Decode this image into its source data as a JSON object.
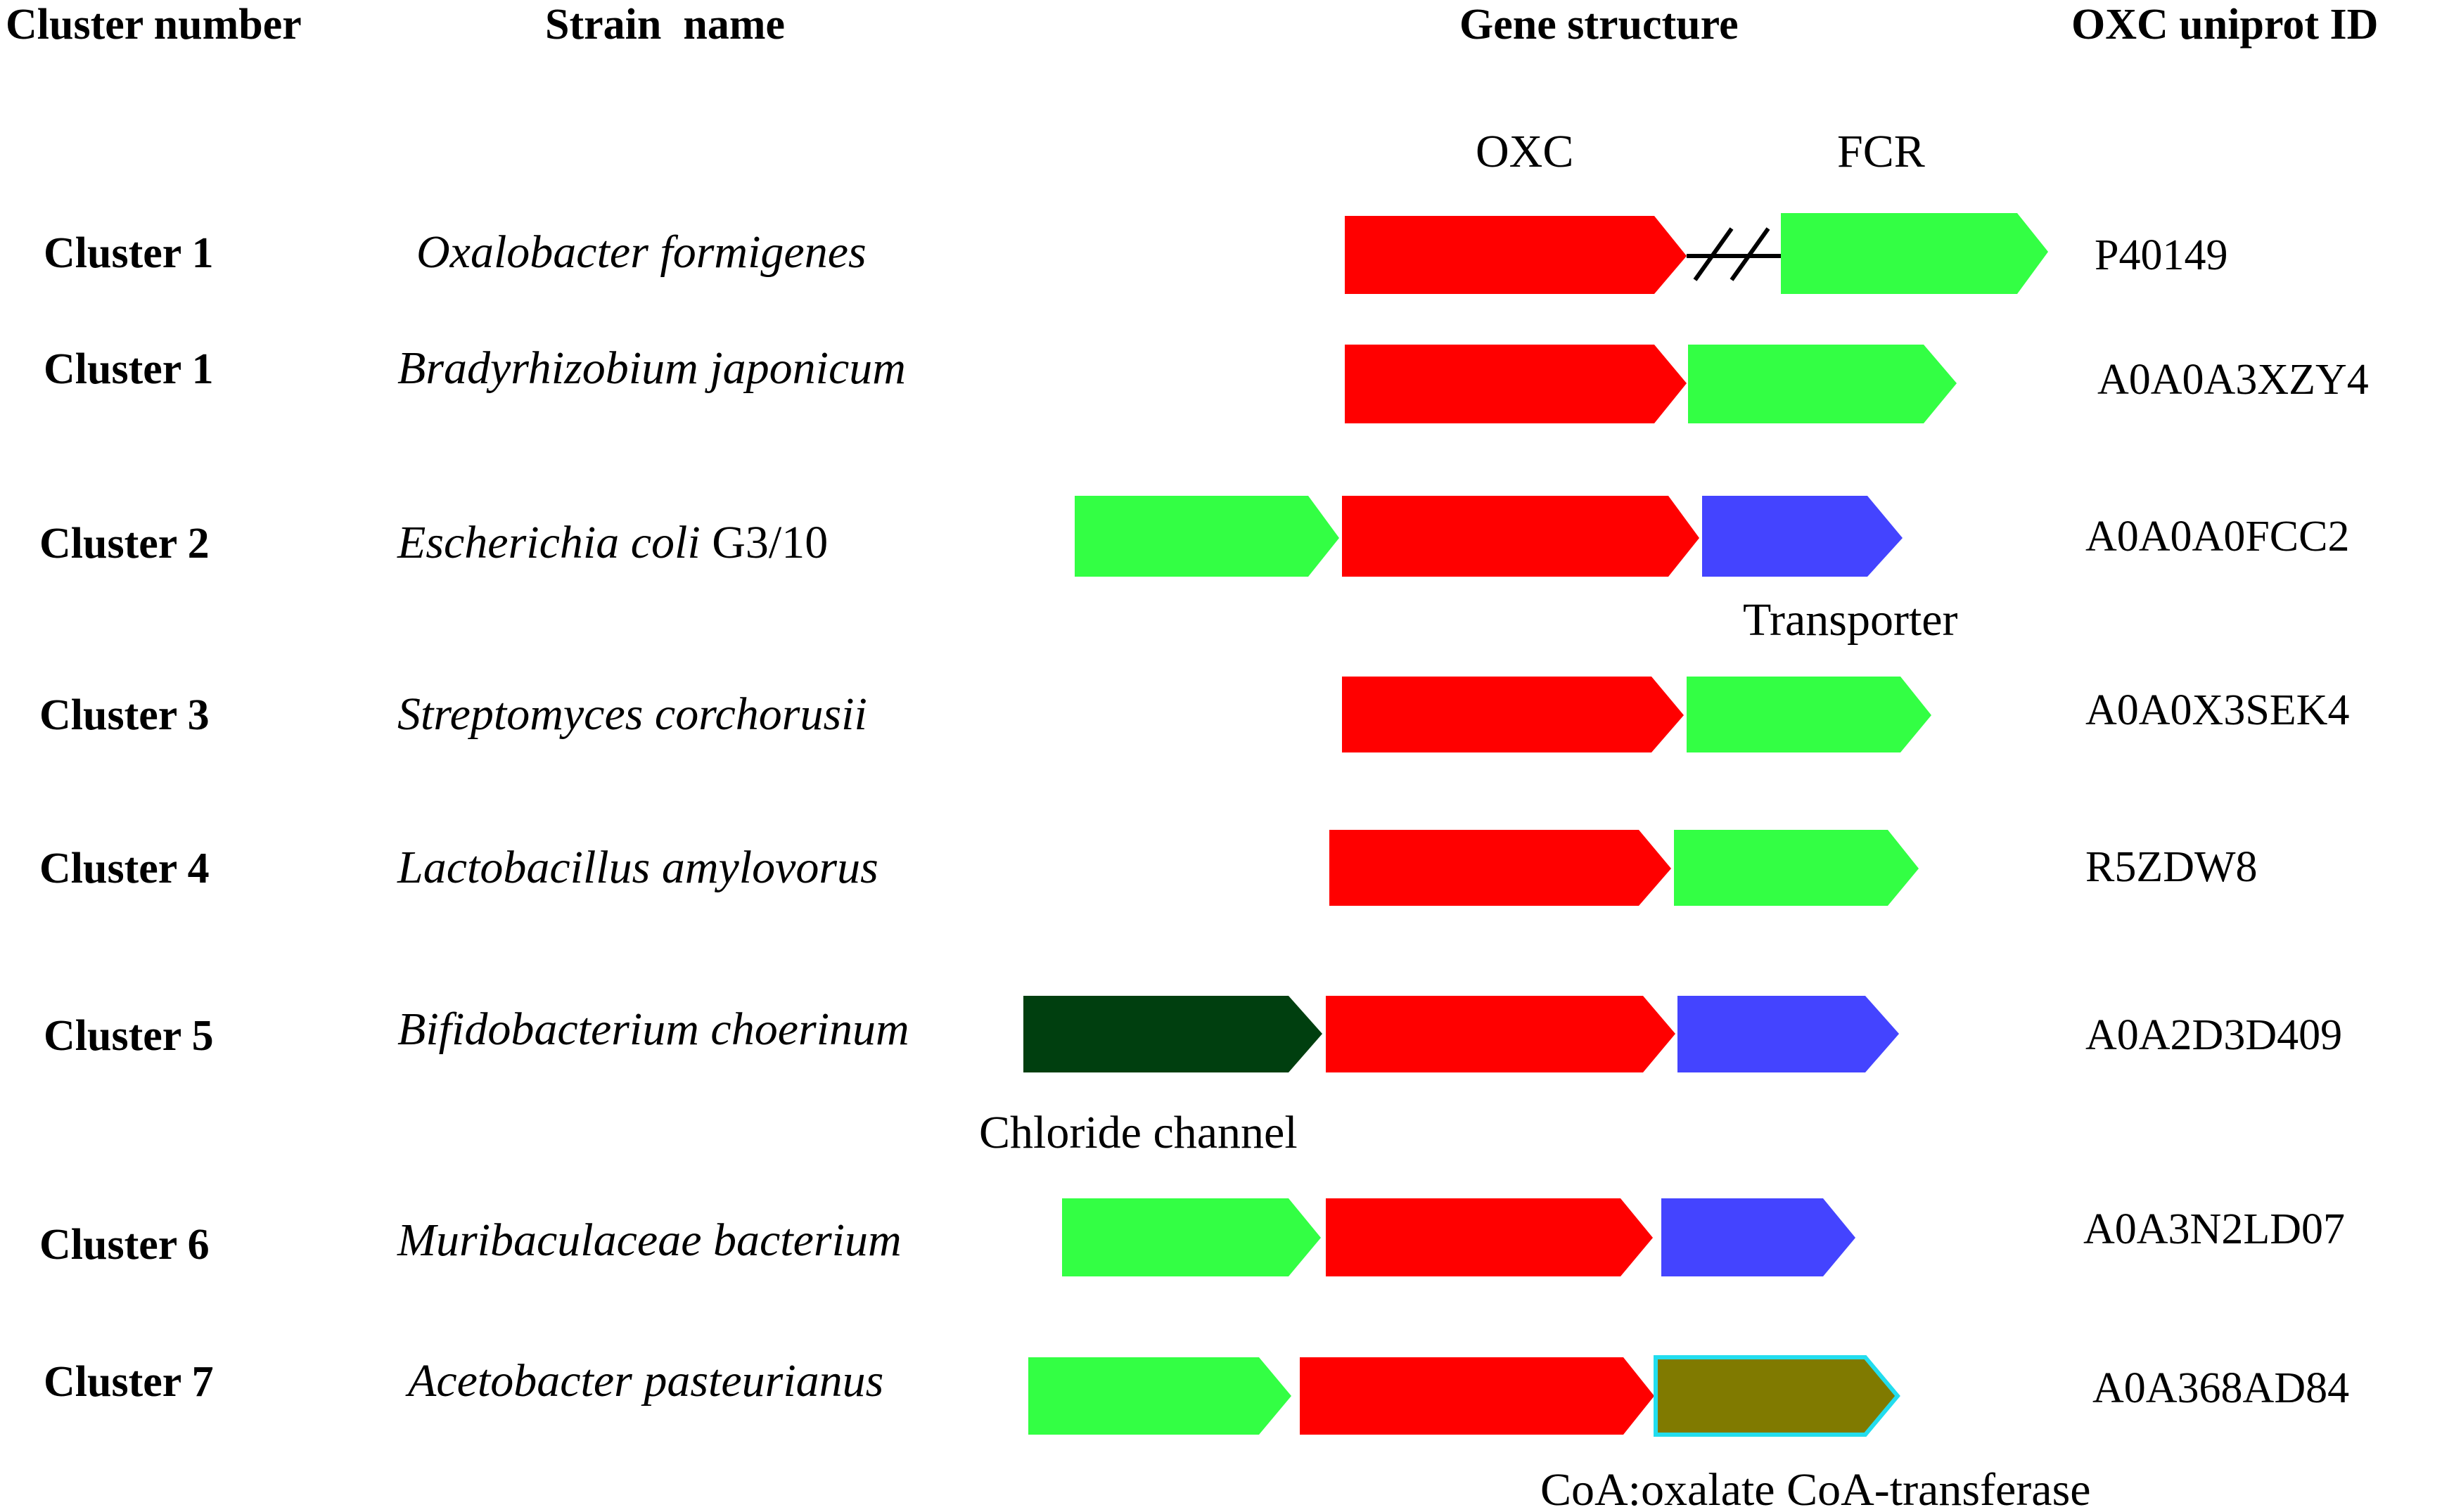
{
  "headers": {
    "cluster": "Cluster number",
    "strain": "Strain  name",
    "gene": "Gene structure",
    "uniprot": "OXC uniprot ID"
  },
  "gene_colors": {
    "OXC": "#ff0000",
    "FCR": "#33ff44",
    "transporter": "#4444ff",
    "chloride_channel": "#003f0f",
    "coa_transferase": "#807a00",
    "coa_transferase_outline": "#22ddee"
  },
  "labels": {
    "oxc": "OXC",
    "fcr": "FCR",
    "transporter": "Transporter",
    "chloride": "Chloride channel",
    "coa": "CoA:oxalate CoA-transferase"
  },
  "rows": [
    {
      "cluster": "Cluster 1",
      "strain_italic": "Oxalobacter formigenes",
      "strain_plain": "",
      "uniprot": "P40149",
      "genes": [
        "OXC",
        "FCR"
      ],
      "has_break": true
    },
    {
      "cluster": "Cluster 1",
      "strain_italic": "Bradyrhizobium japonicum",
      "strain_plain": "",
      "uniprot": "A0A0A3XZY4",
      "genes": [
        "OXC",
        "FCR"
      ]
    },
    {
      "cluster": "Cluster 2",
      "strain_italic": "Escherichia coli",
      "strain_plain": " G3/10",
      "uniprot": "A0A0A0FCC2",
      "genes": [
        "FCR",
        "OXC",
        "transporter"
      ]
    },
    {
      "cluster": "Cluster 3",
      "strain_italic": "Streptomyces corchorusii",
      "strain_plain": "",
      "uniprot": "A0A0X3SEK4",
      "genes": [
        "OXC",
        "FCR"
      ]
    },
    {
      "cluster": "Cluster 4",
      "strain_italic": "Lactobacillus amylovorus",
      "strain_plain": "",
      "uniprot": "R5ZDW8",
      "genes": [
        "OXC",
        "FCR"
      ]
    },
    {
      "cluster": "Cluster 5",
      "strain_italic": "Bifidobacterium choerinum",
      "strain_plain": "",
      "uniprot": "A0A2D3D409",
      "genes": [
        "chloride_channel",
        "OXC",
        "transporter"
      ]
    },
    {
      "cluster": "Cluster 6",
      "strain_italic": "Muribaculaceae bacterium",
      "strain_plain": "",
      "uniprot": "A0A3N2LD07",
      "genes": [
        "FCR",
        "OXC",
        "transporter"
      ]
    },
    {
      "cluster": "Cluster 7",
      "strain_italic": "Acetobacter pasteurianus",
      "strain_plain": "",
      "uniprot": "A0A368AD84",
      "genes": [
        "FCR",
        "OXC",
        "coa_transferase"
      ]
    }
  ]
}
